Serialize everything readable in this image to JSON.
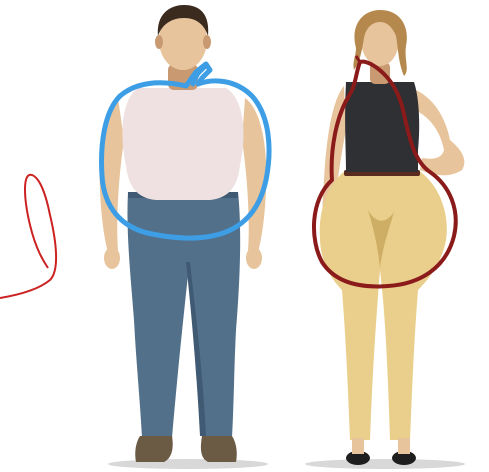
{
  "illustration": {
    "figures": [
      {
        "id": "man",
        "outline_shape": "apple",
        "outline_color": "#3d9ee6"
      },
      {
        "id": "woman",
        "outline_shape": "pear",
        "outline_color": "#8b1a1a"
      }
    ],
    "side_curve_color": "#cc2222",
    "colors": {
      "skin": "#e7c49c",
      "skin_shade": "#c99a72",
      "man_hair": "#3b2a1e",
      "woman_hair": "#b5894e",
      "man_shirt": "#efe1e2",
      "man_jeans": "#52708a",
      "man_jeans_shade": "#3f5a72",
      "man_shoes": "#6b5a44",
      "woman_top": "#2f3033",
      "woman_pants": "#e9cf8b",
      "woman_pants_shade": "#cdae64",
      "woman_belt": "#5a2b1f",
      "woman_shoes": "#1e1e1e",
      "floor_shadow": "#d8d8d8"
    }
  }
}
